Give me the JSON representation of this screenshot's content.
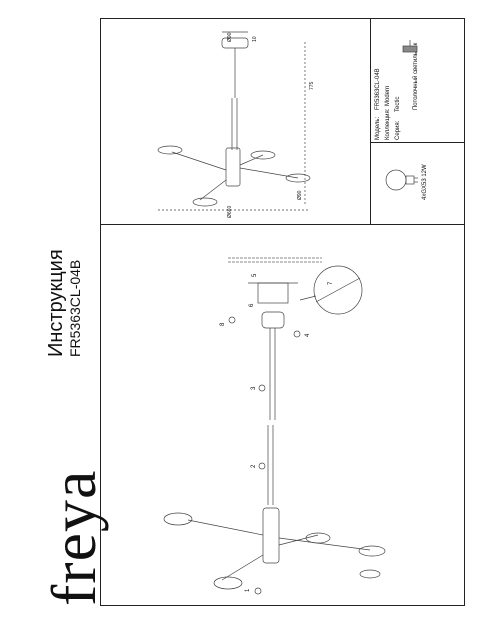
{
  "brand": "freya",
  "title": "Инструкция",
  "model": "FR5363CL-04B",
  "spec_table": {
    "model_label": "Модель:",
    "model_value": "FR5363CL-04B",
    "collection_label": "Коллекция:",
    "collection_value": "Modern",
    "series_label": "Серия:",
    "series_value": "Tectic",
    "type_value": "Потолочный светильник"
  },
  "bulb_spec": "4xGX53 12W",
  "dimensions": {
    "cup_width": "Ø90",
    "cup_height": "10",
    "total_height": "775",
    "overall_width": "Ø660",
    "shade_width": "Ø90"
  },
  "steps": [
    "1",
    "2",
    "3",
    "4",
    "5",
    "6",
    "7",
    "8"
  ]
}
